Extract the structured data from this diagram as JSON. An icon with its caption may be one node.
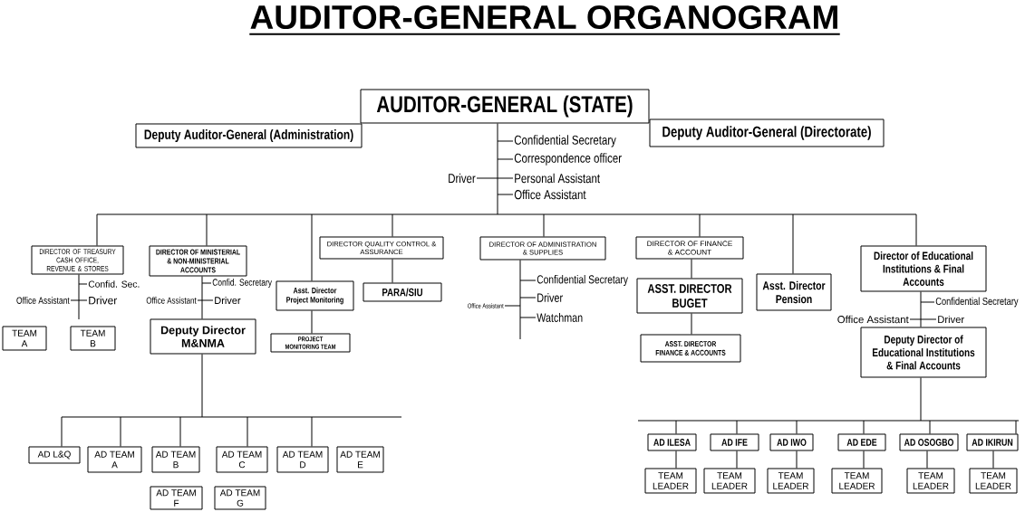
{
  "diagram": {
    "title": "AUDITOR-GENERAL ORGANOGRAM",
    "nodes": [
      {
        "text": [
          "AUDITOR-GENERAL (STATE)"
        ]
      },
      {
        "text": [
          "Deputy Auditor-General (Administration)"
        ]
      },
      {
        "text": [
          "Deputy Auditor-General (Directorate)"
        ]
      },
      {
        "text": [
          "Confidential Secretary"
        ]
      },
      {
        "text": [
          "Correspondence officer"
        ]
      },
      {
        "text": [
          "Driver"
        ]
      },
      {
        "text": [
          "Personal Assistant"
        ]
      },
      {
        "text": [
          "Office Assistant"
        ]
      },
      {
        "text": [
          "DIRECTOR OF TREASURY CASH OFFICE, REVENUE & STORES"
        ]
      },
      {
        "text": [
          "DIRECTOR OF MINISTERIAL & NON-MINISTERIAL ACCOUNTS"
        ]
      },
      {
        "text": [
          "DIRECTOR QUALITY CONTROL & ASSURANCE"
        ]
      },
      {
        "text": [
          "DIRECTOR OF ADMINISTRATION & SUPPLIES"
        ]
      },
      {
        "text": [
          "DIRECTOR OF FINANCE & ACCOUNT"
        ]
      },
      {
        "text": [
          "Director of Educational Institutions & Final Accounts"
        ]
      },
      {
        "text": [
          "Confid. Sec."
        ]
      },
      {
        "text": [
          "Confid. Secretary"
        ]
      },
      {
        "text": [
          "Asst. Director Project Monitoring"
        ]
      },
      {
        "text": [
          "PARA/SIU"
        ]
      },
      {
        "text": [
          "Confidential Secretary"
        ]
      },
      {
        "text": [
          "ASST. DIRECTOR BUGET"
        ]
      },
      {
        "text": [
          "Asst. Director Pension"
        ]
      },
      {
        "text": [
          "Office Assistant"
        ]
      },
      {
        "text": [
          "Driver"
        ]
      },
      {
        "text": [
          "Office Assistant"
        ]
      },
      {
        "text": [
          "Driver"
        ]
      },
      {
        "text": [
          "Driver"
        ]
      },
      {
        "text": [
          "Office Assistant"
        ]
      },
      {
        "text": [
          "Watchman"
        ]
      },
      {
        "text": [
          "Confidential Secretary"
        ]
      },
      {
        "text": [
          "Office Assistant"
        ]
      },
      {
        "text": [
          "Driver"
        ]
      },
      {
        "text": [
          "TEAM A"
        ]
      },
      {
        "text": [
          "TEAM B"
        ]
      },
      {
        "text": [
          "Deputy Director M&NMA"
        ]
      },
      {
        "text": [
          "PROJECT MONITORING TEAM"
        ]
      },
      {
        "text": [
          "ASST. DIRECTOR FINANCE & ACCOUNTS"
        ]
      },
      {
        "text": [
          "Deputy Director of Educational Institutions & Final Accounts"
        ]
      },
      {
        "text": [
          "AD L&Q"
        ]
      },
      {
        "text": [
          "AD TEAM A"
        ]
      },
      {
        "text": [
          "AD TEAM B"
        ]
      },
      {
        "text": [
          "AD TEAM C"
        ]
      },
      {
        "text": [
          "AD TEAM D"
        ]
      },
      {
        "text": [
          "AD TEAM E"
        ]
      },
      {
        "text": [
          "AD ILESA"
        ]
      },
      {
        "text": [
          "AD IFE"
        ]
      },
      {
        "text": [
          "AD IWO"
        ]
      },
      {
        "text": [
          "AD EDE"
        ]
      },
      {
        "text": [
          "AD OSOGBO"
        ]
      },
      {
        "text": [
          "AD IKIRUN"
        ]
      },
      {
        "text": [
          "TEAM LEADER"
        ]
      },
      {
        "text": [
          "TEAM LEADER"
        ]
      },
      {
        "text": [
          "TEAM LEADER"
        ]
      },
      {
        "text": [
          "TEAM LEADER"
        ]
      },
      {
        "text": [
          "TEAM LEADER"
        ]
      },
      {
        "text": [
          "TEAM LEADER"
        ]
      },
      {
        "text": [
          "AD TEAM F"
        ]
      },
      {
        "text": [
          "AD TEAM G"
        ]
      }
    ],
    "edges": [
      {
        "from": 0,
        "to": 3,
        "arrow": "none"
      },
      {
        "from": 0,
        "to": 4,
        "arrow": "none"
      },
      {
        "from": 0,
        "to": 5,
        "arrow": "none"
      },
      {
        "from": 0,
        "to": 6,
        "arrow": "none"
      },
      {
        "from": 0,
        "to": 7,
        "arrow": "none"
      },
      {
        "from": 0,
        "to": 8,
        "arrow": "none"
      },
      {
        "from": 0,
        "to": 9,
        "arrow": "none"
      },
      {
        "from": 0,
        "to": 16,
        "arrow": "none"
      },
      {
        "from": 0,
        "to": 10,
        "arrow": "none"
      },
      {
        "from": 0,
        "to": 11,
        "arrow": "none"
      },
      {
        "from": 0,
        "to": 12,
        "arrow": "none"
      },
      {
        "from": 0,
        "to": 20,
        "arrow": "none"
      },
      {
        "from": 0,
        "to": 13,
        "arrow": "none"
      },
      {
        "from": 8,
        "to": 14,
        "arrow": "none"
      },
      {
        "from": 8,
        "to": 21,
        "arrow": "none"
      },
      {
        "from": 8,
        "to": 22,
        "arrow": "none"
      },
      {
        "from": 9,
        "to": 15,
        "arrow": "none"
      },
      {
        "from": 9,
        "to": 23,
        "arrow": "none"
      },
      {
        "from": 9,
        "to": 24,
        "arrow": "none"
      },
      {
        "from": 9,
        "to": 33,
        "arrow": "none"
      },
      {
        "from": 16,
        "to": 34,
        "arrow": "none"
      },
      {
        "from": 10,
        "to": 17,
        "arrow": "none"
      },
      {
        "from": 11,
        "to": 18,
        "arrow": "none"
      },
      {
        "from": 11,
        "to": 25,
        "arrow": "none"
      },
      {
        "from": 11,
        "to": 26,
        "arrow": "none"
      },
      {
        "from": 11,
        "to": 27,
        "arrow": "none"
      },
      {
        "from": 12,
        "to": 19,
        "arrow": "none"
      },
      {
        "from": 19,
        "to": 35,
        "arrow": "none"
      },
      {
        "from": 13,
        "to": 28,
        "arrow": "none"
      },
      {
        "from": 13,
        "to": 29,
        "arrow": "none"
      },
      {
        "from": 13,
        "to": 30,
        "arrow": "none"
      },
      {
        "from": 13,
        "to": 36,
        "arrow": "none"
      },
      {
        "from": 33,
        "to": 37,
        "arrow": "none"
      },
      {
        "from": 33,
        "to": 38,
        "arrow": "none"
      },
      {
        "from": 33,
        "to": 39,
        "arrow": "none"
      },
      {
        "from": 33,
        "to": 40,
        "arrow": "none"
      },
      {
        "from": 33,
        "to": 41,
        "arrow": "none"
      },
      {
        "from": 36,
        "to": 43,
        "arrow": "none"
      },
      {
        "from": 36,
        "to": 44,
        "arrow": "none"
      },
      {
        "from": 36,
        "to": 45,
        "arrow": "none"
      },
      {
        "from": 36,
        "to": 46,
        "arrow": "none"
      },
      {
        "from": 36,
        "to": 47,
        "arrow": "none"
      },
      {
        "from": 36,
        "to": 48,
        "arrow": "none"
      },
      {
        "from": 43,
        "to": 49,
        "arrow": "none"
      },
      {
        "from": 44,
        "to": 50,
        "arrow": "none"
      },
      {
        "from": 45,
        "to": 51,
        "arrow": "none"
      },
      {
        "from": 46,
        "to": 52,
        "arrow": "none"
      },
      {
        "from": 47,
        "to": 53,
        "arrow": "none"
      },
      {
        "from": 48,
        "to": 54,
        "arrow": "none"
      }
    ]
  }
}
